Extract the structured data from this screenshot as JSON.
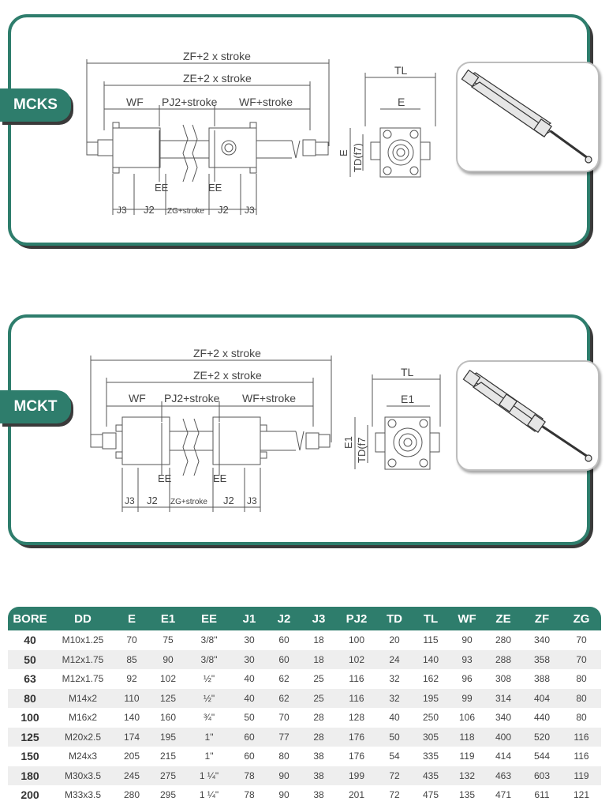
{
  "panels": [
    {
      "tab": "MCKS",
      "dims": {
        "zf": "ZF+2 x stroke",
        "ze": "ZE+2 x stroke",
        "wf": "WF",
        "pj2": "PJ2+stroke",
        "wfs": "WF+stroke",
        "ee1": "EE",
        "ee2": "EE",
        "j3a": "J3",
        "j2a": "J2",
        "zg": "ZG+stroke",
        "j2b": "J2",
        "j3b": "J3",
        "tl": "TL",
        "e_top": "E",
        "e_side": "E",
        "td": "TD(f7)"
      }
    },
    {
      "tab": "MCKT",
      "dims": {
        "zf": "ZF+2 x stroke",
        "ze": "ZE+2 x stroke",
        "wf": "WF",
        "pj2": "PJ2+stroke",
        "wfs": "WF+stroke",
        "ee1": "EE",
        "ee2": "EE",
        "j3a": "J3",
        "j2a": "J2",
        "zg": "ZG+stroke",
        "j2b": "J2",
        "j3b": "J3",
        "tl": "TL",
        "e_top": "E1",
        "e_side": "E1",
        "td": "TD(f7"
      }
    }
  ],
  "table": {
    "headers": [
      "BORE",
      "DD",
      "E",
      "E1",
      "EE",
      "J1",
      "J2",
      "J3",
      "PJ2",
      "TD",
      "TL",
      "WF",
      "ZE",
      "ZF",
      "ZG"
    ],
    "rows": [
      [
        "40",
        "M10x1.25",
        "70",
        "75",
        "3/8\"",
        "30",
        "60",
        "18",
        "100",
        "20",
        "115",
        "90",
        "280",
        "340",
        "70"
      ],
      [
        "50",
        "M12x1.75",
        "85",
        "90",
        "3/8\"",
        "30",
        "60",
        "18",
        "102",
        "24",
        "140",
        "93",
        "288",
        "358",
        "70"
      ],
      [
        "63",
        "M12x1.75",
        "92",
        "102",
        "½\"",
        "40",
        "62",
        "25",
        "116",
        "32",
        "162",
        "96",
        "308",
        "388",
        "80"
      ],
      [
        "80",
        "M14x2",
        "110",
        "125",
        "½\"",
        "40",
        "62",
        "25",
        "116",
        "32",
        "195",
        "99",
        "314",
        "404",
        "80"
      ],
      [
        "100",
        "M16x2",
        "140",
        "160",
        "¾\"",
        "50",
        "70",
        "28",
        "128",
        "40",
        "250",
        "106",
        "340",
        "440",
        "80"
      ],
      [
        "125",
        "M20x2.5",
        "174",
        "195",
        "1\"",
        "60",
        "77",
        "28",
        "176",
        "50",
        "305",
        "118",
        "400",
        "520",
        "116"
      ],
      [
        "150",
        "M24x3",
        "205",
        "215",
        "1\"",
        "60",
        "80",
        "38",
        "176",
        "54",
        "335",
        "119",
        "414",
        "544",
        "116"
      ],
      [
        "180",
        "M30x3.5",
        "245",
        "275",
        "1 ¼\"",
        "78",
        "90",
        "38",
        "199",
        "72",
        "435",
        "132",
        "463",
        "603",
        "119"
      ],
      [
        "200",
        "M33x3.5",
        "280",
        "295",
        "1 ¼\"",
        "78",
        "90",
        "38",
        "201",
        "72",
        "475",
        "135",
        "471",
        "611",
        "121"
      ]
    ]
  }
}
